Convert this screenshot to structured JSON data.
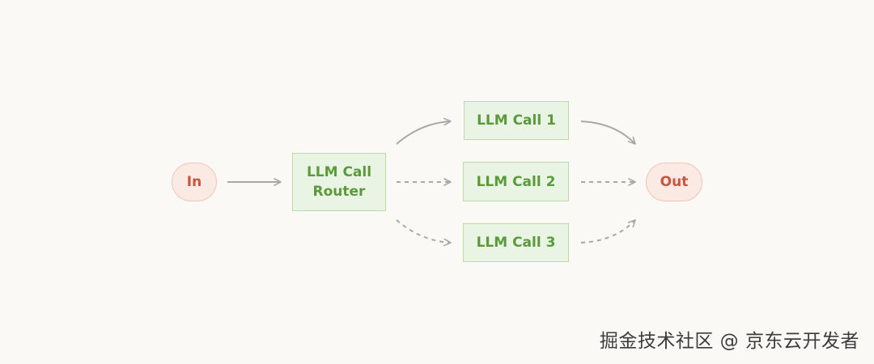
{
  "diagram": {
    "input_label": "In",
    "output_label": "Out",
    "router_label": "LLM Call\nRouter",
    "calls": [
      {
        "label": "LLM Call 1"
      },
      {
        "label": "LLM Call 2"
      },
      {
        "label": "LLM Call 3"
      }
    ],
    "colors": {
      "io_fill": "#fbe9e4",
      "io_text": "#c8553d",
      "node_fill": "#eaf4e4",
      "node_text": "#5a9a3a",
      "edge": "#a8a8a4"
    }
  },
  "watermark": "掘金技术社区 @ 京东云开发者"
}
